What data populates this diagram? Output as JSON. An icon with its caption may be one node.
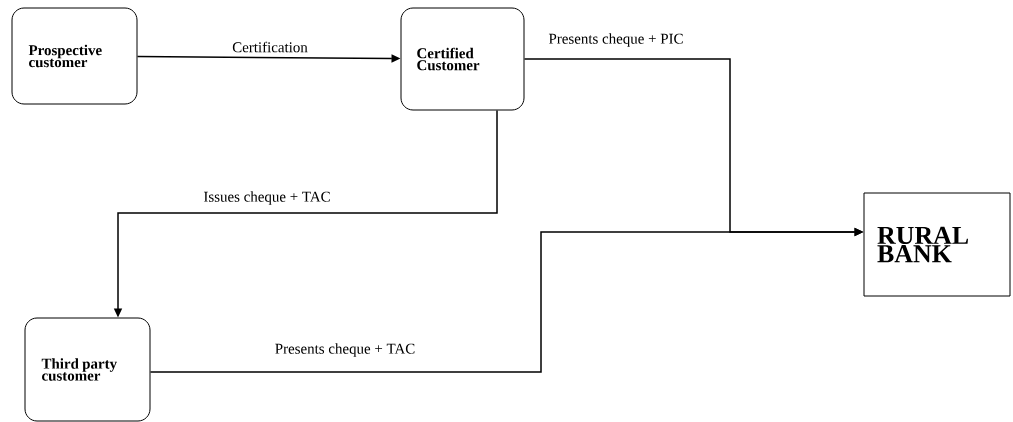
{
  "diagram": {
    "nodes": [
      {
        "text": [
          "Prospective customer"
        ]
      },
      {
        "text": [
          "Certified Customer"
        ]
      },
      {
        "text": [
          "RURAL BANK"
        ]
      },
      {
        "text": [
          "Third party customer"
        ]
      }
    ],
    "edges": [
      {
        "from": 0,
        "to": 1,
        "arrow": "to",
        "label": "Certification"
      },
      {
        "from": 1,
        "to": 2,
        "arrow": "to",
        "label": "Presents cheque + PIC"
      },
      {
        "from": 1,
        "to": 3,
        "arrow": "to",
        "label": "Issues cheque + TAC"
      },
      {
        "from": 3,
        "to": 2,
        "arrow": "to",
        "label": "Presents cheque + TAC"
      }
    ]
  }
}
